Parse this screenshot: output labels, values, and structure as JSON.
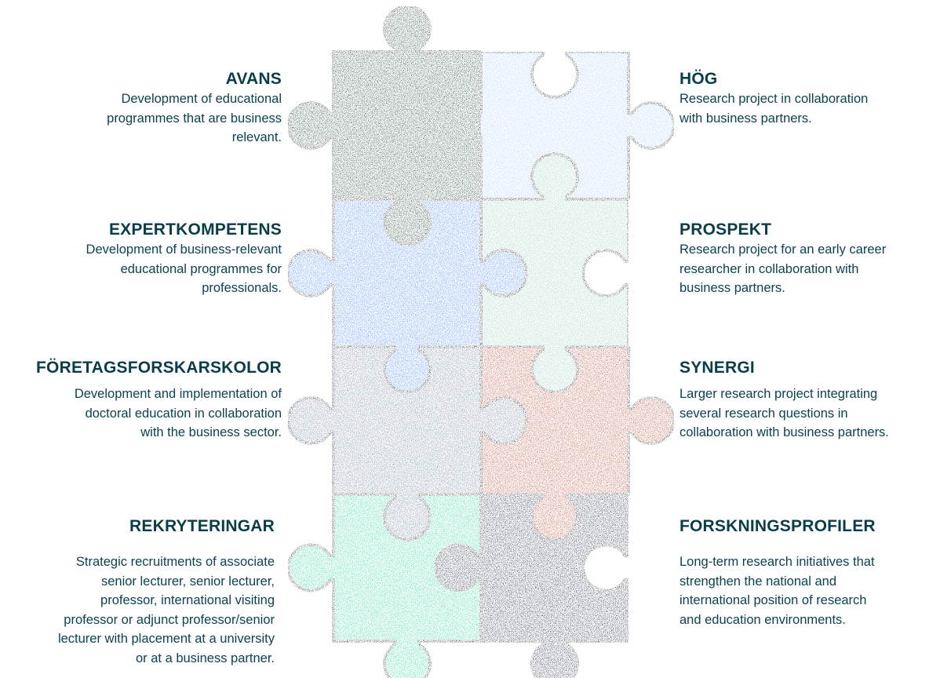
{
  "colors": {
    "text": "#0b4350",
    "outline": "#111111",
    "piece_avans": "#07493a",
    "piece_hog": "#b5d6fb",
    "piece_expertkompetens": "#4898fb",
    "piece_prospekt": "#a4d6c8",
    "piece_foretagsforskarskolor": "#8093a7",
    "piece_synergi": "#c8532c",
    "piece_rekryteringar": "#0fe0a8",
    "piece_forskningsprofiler": "#0f2750"
  },
  "left_items": [
    {
      "title": "AVANS",
      "lines": [
        "Development of educational",
        "programmes that are business",
        "relevant."
      ]
    },
    {
      "title": "EXPERTKOMPETENS",
      "lines": [
        "Development of business-relevant",
        "educational programmes for",
        "professionals."
      ]
    },
    {
      "title": "FÖRETAGSFORSKARSKOLOR",
      "lines": [
        "Development and implementation of",
        "doctoral education in collaboration",
        "with the business sector."
      ]
    },
    {
      "title": "REKRYTERINGAR",
      "lines": [
        "Strategic recruitments of associate",
        "senior lecturer, senior lecturer,",
        "professor, international visiting",
        "professor or adjunct professor/senior",
        "lecturer with placement at a university",
        "or at a business partner."
      ]
    }
  ],
  "right_items": [
    {
      "title": "HÖG",
      "lines": [
        "Research project in collaboration",
        "with business partners."
      ]
    },
    {
      "title": "PROSPEKT",
      "lines": [
        "Research project for an early career",
        "researcher in collaboration with",
        "business partners."
      ]
    },
    {
      "title": "SYNERGI",
      "lines": [
        "Larger research project integrating",
        "several research questions in",
        "collaboration with business partners."
      ]
    },
    {
      "title": "FORSKNINGSPROFILER",
      "lines": [
        "Long-term research initiatives that",
        "strengthen the national and",
        "international position of research",
        "and education environments."
      ]
    }
  ]
}
